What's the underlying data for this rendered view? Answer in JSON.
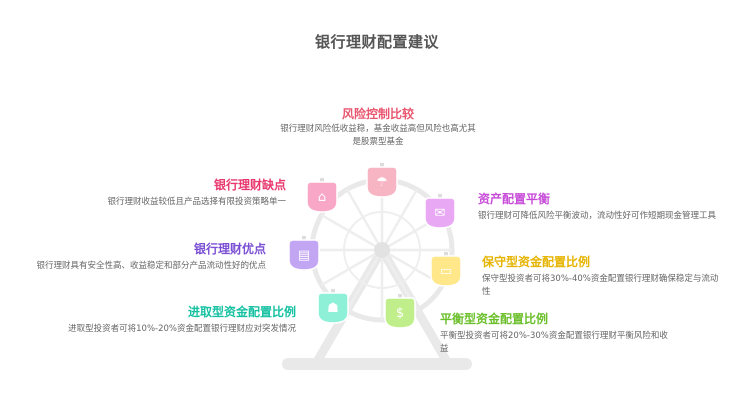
{
  "title": "银行理财配置建议",
  "colors": {
    "frame": "#e8e8e8",
    "hub": "#e8e8e8"
  },
  "items": [
    {
      "key": "top",
      "title": "风险控制比较",
      "desc": "银行理财风险低收益稳，基金收益高但风险也高尤其是股票型基金",
      "color": "#e8566f",
      "fill": "#f7b4c2",
      "icon": "shield-icon"
    },
    {
      "key": "ul",
      "title": "银行理财缺点",
      "desc": "银行理财收益较低且产品选择有限投资策略单一",
      "color": "#e8386e",
      "fill": "#f9a7c6",
      "icon": "bank-icon"
    },
    {
      "key": "ur",
      "title": "资产配置平衡",
      "desc": "银行理财可降低风险平衡波动，流动性好可作短期现金管理工具",
      "color": "#c74bd8",
      "fill": "#e9a8f4",
      "icon": "gift-icon"
    },
    {
      "key": "ml",
      "title": "银行理财优点",
      "desc": "银行理财具有安全性高、收益稳定和部分产品流动性好的优点",
      "color": "#7a4fd3",
      "fill": "#c3a6f3",
      "icon": "building-icon"
    },
    {
      "key": "mr",
      "title": "保守型资金配置比例",
      "desc": "保守型投资者可将30%-40%资金配置银行理财确保稳定与流动性",
      "color": "#e6b400",
      "fill": "#ffe78a",
      "icon": "card-icon"
    },
    {
      "key": "ll",
      "title": "进取型资金配置比例",
      "desc": "进取型投资者可将10%-20%资金配置银行理财应对突发情况",
      "color": "#16c1a2",
      "fill": "#8ff0d8",
      "icon": "handshake-icon"
    },
    {
      "key": "lr",
      "title": "平衡型资金配置比例",
      "desc": "平衡型投资者可将20%-30%资金配置银行理财平衡风险和收益",
      "color": "#6bbf2a",
      "fill": "#bfee8a",
      "icon": "dollar-tag-icon"
    }
  ]
}
